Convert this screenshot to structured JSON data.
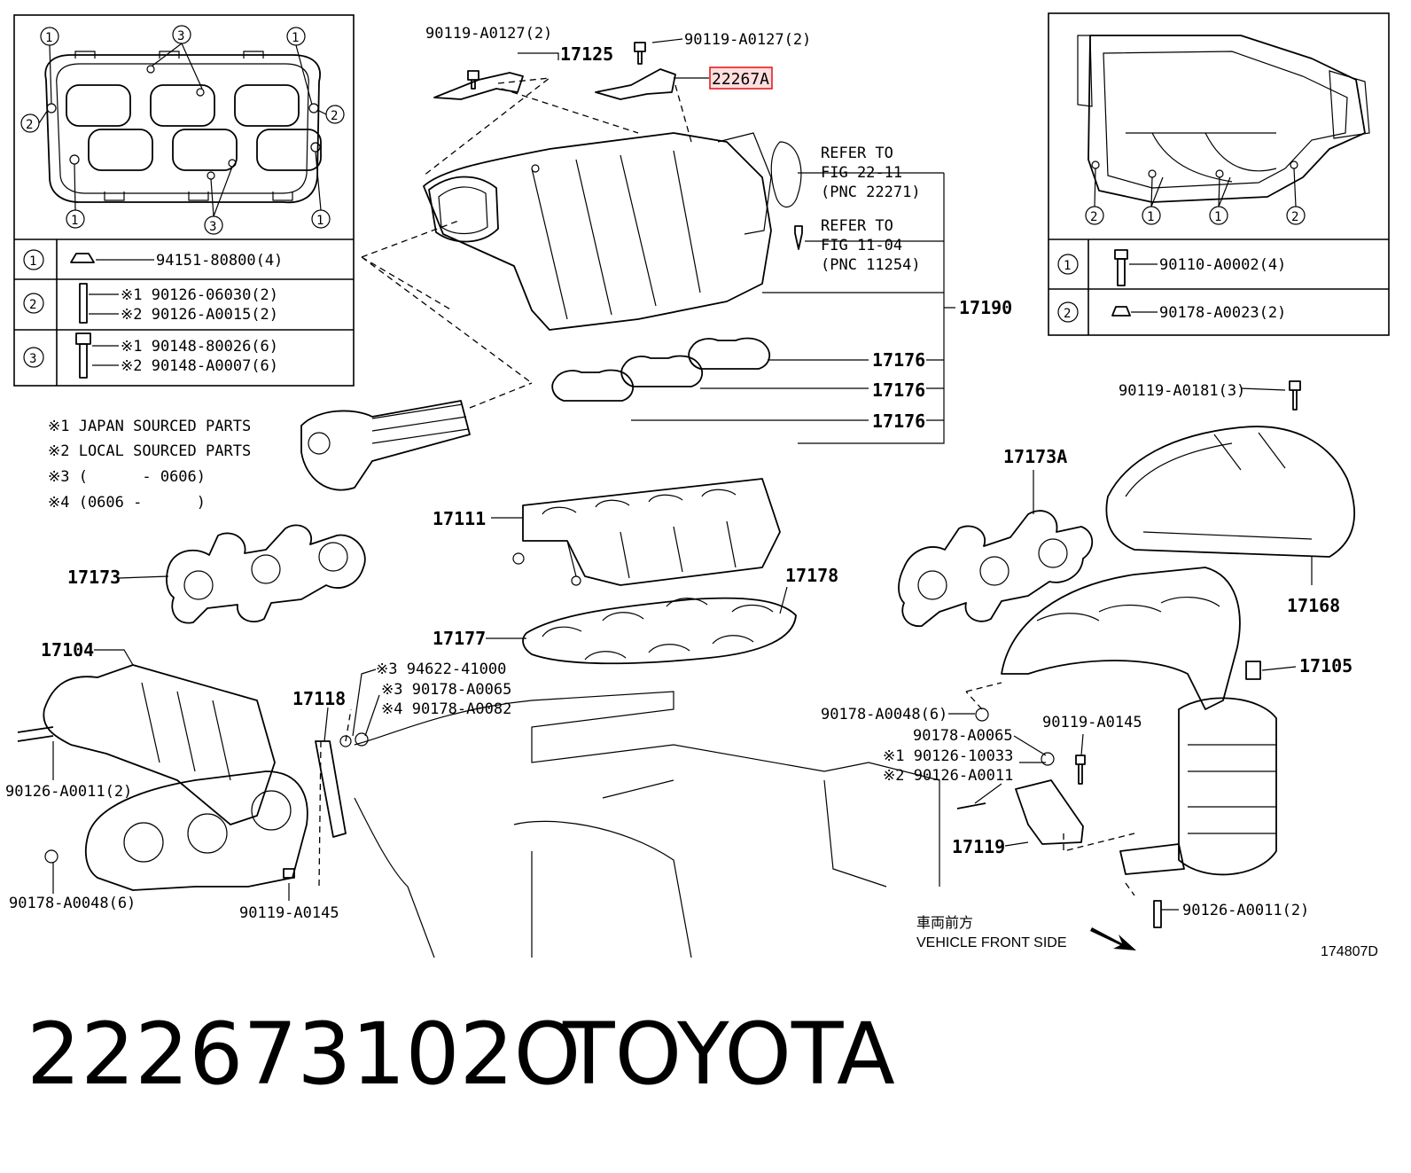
{
  "callouts": {
    "c90119_a0127_left": "90119-A0127(2)",
    "c17125": "17125",
    "c90119_a0127_right": "90119-A0127(2)",
    "c22267a": "22267A",
    "refer_to_1": "REFER TO",
    "fig_22_11": "FIG 22-11",
    "pnc_22271": "(PNC 22271)",
    "refer_to_2": "REFER TO",
    "fig_11_04": "FIG 11-04",
    "pnc_11254": "(PNC 11254)",
    "c17190": "17190",
    "c17176_a": "17176",
    "c17176_b": "17176",
    "c17176_c": "17176",
    "c17173a": "17173A",
    "c17111": "17111",
    "c17173": "17173",
    "c17178": "17178",
    "c17177": "17177",
    "c17104": "17104",
    "c17118": "17118",
    "n3_94622": "※3 94622-41000",
    "n3_90178": "※3 90178-A0065",
    "n4_90178": "※4 90178-A0082",
    "c90126_a0011_left": "90126-A0011(2)",
    "c90178_a0048_left": "90178-A0048(6)",
    "c90119_a0145_bottom": "90119-A0145",
    "c90119_a0181": "90119-A0181(3)",
    "c17168": "17168",
    "c17105": "17105",
    "c90178_a0048_right": "90178-A0048(6)",
    "c90178_a0065": "90178-A0065",
    "c90119_a0145_right": "90119-A0145",
    "n1_90126_10033": "※1 90126-10033",
    "n2_90126_a0011": "※2 90126-A0011",
    "c17119": "17119",
    "c90126_a0011_right": "90126-A0011(2)",
    "front_jp": "車両前方",
    "front_en": "VEHICLE FRONT SIDE",
    "drawing_id": "174807D"
  },
  "legend_left": {
    "rows": [
      {
        "num": "1",
        "parts": [
          "94151-80800(4)"
        ]
      },
      {
        "num": "2",
        "parts": [
          "※1 90126-06030(2)",
          "※2 90126-A0015(2)"
        ]
      },
      {
        "num": "3",
        "parts": [
          "※1 90148-80026(6)",
          "※2 90148-A0007(6)"
        ]
      }
    ]
  },
  "legend_right": {
    "rows": [
      {
        "num": "1",
        "parts": [
          "90110-A0002(4)"
        ]
      },
      {
        "num": "2",
        "parts": [
          "90178-A0023(2)"
        ]
      }
    ]
  },
  "inset_left_markers": [
    "1",
    "3",
    "1",
    "2",
    "2",
    "1",
    "3",
    "1"
  ],
  "inset_right_markers": [
    "2",
    "1",
    "1",
    "2"
  ],
  "notes": [
    "※1 JAPAN SOURCED PARTS",
    "※2 LOCAL SOURCED PARTS",
    "※3 (      - 0606)",
    "※4 (0606 -      )"
  ],
  "footer": {
    "part_number": "222673102O",
    "brand": "TOYOTA"
  },
  "highlight_color": "#e01010"
}
